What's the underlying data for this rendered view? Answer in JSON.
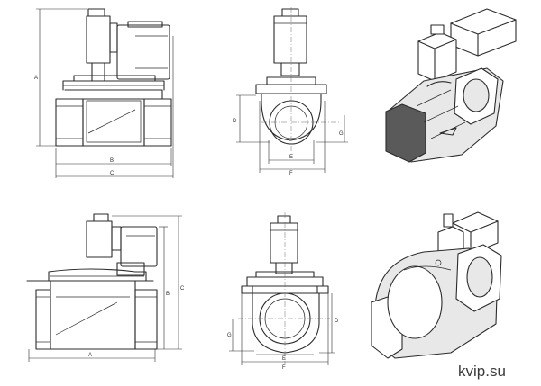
{
  "watermark": "kvip.su",
  "top_side": {
    "dim_a": "A",
    "dim_b": "B",
    "dim_c": "C"
  },
  "top_front": {
    "dim_d": "D",
    "dim_e": "E",
    "dim_f": "F",
    "dim_g": "G"
  },
  "bottom_side": {
    "dim_a": "A",
    "dim_b": "B",
    "dim_c": "C"
  },
  "bottom_front": {
    "dim_d": "D",
    "dim_e": "E",
    "dim_f": "F",
    "dim_g": "G"
  }
}
